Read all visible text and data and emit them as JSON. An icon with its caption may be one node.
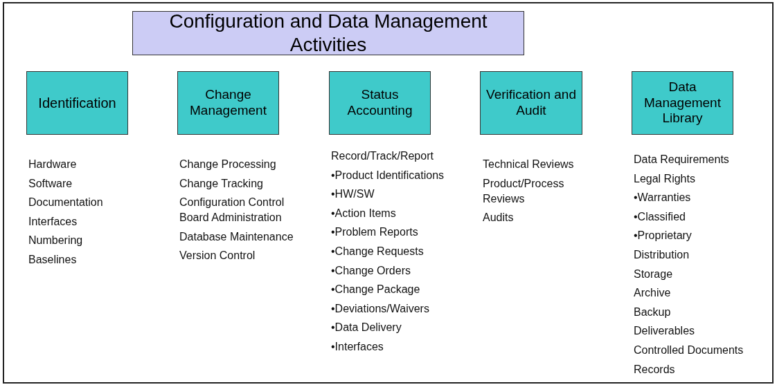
{
  "diagram": {
    "nodes": [
      {
        "text": [
          "Configuration and Data Management Activities"
        ]
      },
      {
        "text": [
          "Identification"
        ],
        "beside": [
          "Hardware",
          "Software",
          "Documentation",
          "Interfaces",
          "Numbering",
          "Baselines"
        ]
      },
      {
        "text": [
          "Change Management"
        ],
        "beside": [
          "Change Processing",
          "Change Tracking",
          "Configuration Control Board Administration",
          "Database Maintenance",
          "Version Control"
        ]
      },
      {
        "text": [
          "Status Accounting"
        ],
        "beside": [
          "Record/Track/Report",
          "•Product Identifications",
          "•HW/SW",
          "•Action Items",
          "•Problem Reports",
          "•Change Requests",
          "•Change Orders",
          "•Change Package",
          "•Deviations/Waivers",
          "•Data Delivery",
          "•Interfaces"
        ]
      },
      {
        "text": [
          "Verification and Audit"
        ],
        "beside": [
          "Technical Reviews",
          "Product/Process Reviews",
          "Audits"
        ]
      },
      {
        "text": [
          "Data Management Library"
        ],
        "beside": [
          "Data Requirements",
          "Legal Rights",
          "•Warranties",
          "•Classified",
          "•Proprietary",
          "Distribution",
          "Storage",
          "Archive",
          "Backup",
          "Deliverables",
          "Controlled Documents",
          "Records"
        ]
      }
    ]
  }
}
